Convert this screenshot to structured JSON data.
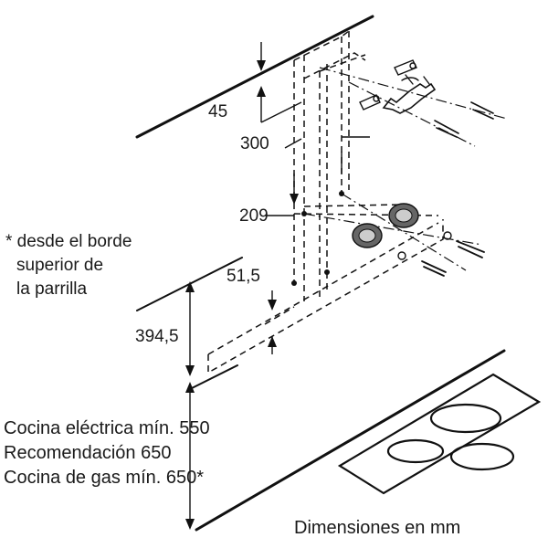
{
  "dimensions": {
    "d45": "45",
    "d300": "300",
    "d209": "209",
    "d51_5": "51,5",
    "d394_5": "394,5"
  },
  "note": {
    "line1": "* desde el borde",
    "line2": "superior de",
    "line3": "la parrilla"
  },
  "cooktop_specs": {
    "electric": "Cocina eléctrica mín. 550",
    "recommended": "Recomendación 650",
    "gas": "Cocina de gas mín. 650*"
  },
  "units_caption": "Dimensiones en mm"
}
